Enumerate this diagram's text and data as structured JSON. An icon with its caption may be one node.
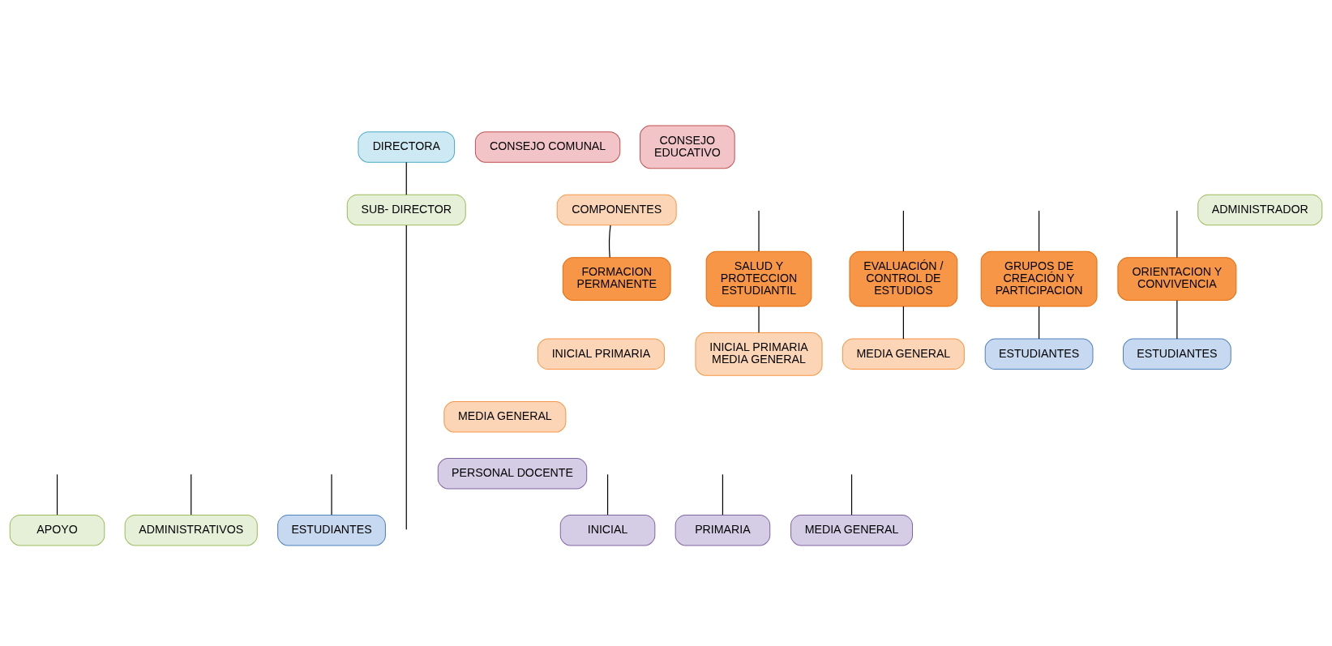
{
  "diagram": {
    "nodes": [
      {
        "text": [
          "CONSEJO EDUCATIVO"
        ]
      },
      {
        "text": [
          "DIRECTORA"
        ]
      },
      {
        "text": [
          "CONSEJO COMUNAL"
        ]
      },
      {
        "text": [
          "COMPONENTES"
        ]
      },
      {
        "text": [
          "SUB- DIRECTOR"
        ]
      },
      {
        "text": [
          "ADMINISTRADOR"
        ]
      },
      {
        "text": [
          "FORMACION PERMANENTE"
        ]
      },
      {
        "text": [
          "SALUD Y PROTECCION ESTUDIANTIL"
        ]
      },
      {
        "text": [
          "EVALUACIÓN / CONTROL DE ESTUDIOS"
        ]
      },
      {
        "text": [
          "GRUPOS DE CREACIÓN Y PARTICIPACION"
        ]
      },
      {
        "text": [
          "ORIENTACION Y CONVIVENCIA"
        ]
      },
      {
        "text": [
          "INICIAL PRIMARIA"
        ]
      },
      {
        "text": [
          "INICIAL PRIMARIA MEDIA GENERAL"
        ]
      },
      {
        "text": [
          "MEDIA GENERAL"
        ]
      },
      {
        "text": [
          "ESTUDIANTES"
        ]
      },
      {
        "text": [
          "ESTUDIANTES"
        ]
      },
      {
        "text": [
          "MEDIA GENERAL"
        ]
      },
      {
        "text": [
          "PERSONAL DOCENTE"
        ]
      },
      {
        "text": [
          "INICIAL"
        ]
      },
      {
        "text": [
          "PRIMARIA"
        ]
      },
      {
        "text": [
          "MEDIA GENERAL"
        ]
      },
      {
        "text": [
          "ESTUDIANTES"
        ]
      },
      {
        "text": [
          "ADMINISTRATIVOS"
        ]
      },
      {
        "text": [
          "APOYO"
        ]
      }
    ],
    "edges": [
      {
        "from": 1,
        "to": 4,
        "arrow": "none"
      },
      {
        "from": 4,
        "to": null,
        "arrow": "none"
      },
      {
        "from": 3,
        "to": 6,
        "arrow": "none"
      },
      {
        "from": null,
        "to": 7,
        "arrow": "none"
      },
      {
        "from": null,
        "to": 8,
        "arrow": "none"
      },
      {
        "from": null,
        "to": 9,
        "arrow": "none"
      },
      {
        "from": null,
        "to": 10,
        "arrow": "none"
      },
      {
        "from": 7,
        "to": 12,
        "arrow": "none"
      },
      {
        "from": 8,
        "to": 13,
        "arrow": "none"
      },
      {
        "from": 9,
        "to": 14,
        "arrow": "none"
      },
      {
        "from": 10,
        "to": 15,
        "arrow": "none"
      },
      {
        "from": null,
        "to": 18,
        "arrow": "none"
      },
      {
        "from": null,
        "to": 19,
        "arrow": "none"
      },
      {
        "from": null,
        "to": 20,
        "arrow": "none"
      },
      {
        "from": null,
        "to": 21,
        "arrow": "none"
      },
      {
        "from": null,
        "to": 22,
        "arrow": "none"
      },
      {
        "from": null,
        "to": 23,
        "arrow": "none"
      }
    ]
  }
}
